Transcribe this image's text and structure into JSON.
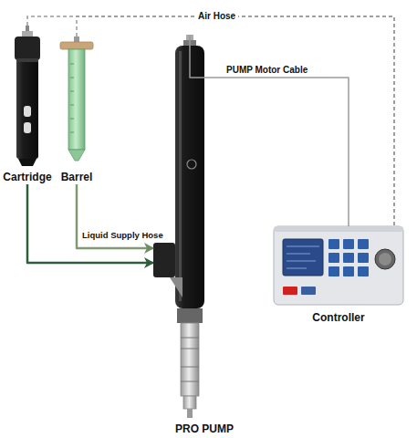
{
  "diagram": {
    "nodes": [
      {
        "text": [
          "Cartridge"
        ]
      },
      {
        "text": [
          "Barrel"
        ]
      },
      {
        "text": [
          "PRO PUMP"
        ]
      },
      {
        "text": [
          "Controller"
        ]
      }
    ],
    "edges": [
      {
        "from": 0,
        "to": 3,
        "arrow": "none",
        "label": "Air Hose"
      },
      {
        "from": 1,
        "to": 3,
        "arrow": "none"
      },
      {
        "from": 0,
        "to": 2,
        "arrow": "to"
      },
      {
        "from": 1,
        "to": 2,
        "arrow": "to",
        "label": "Liquid Supply Hose"
      },
      {
        "from": 2,
        "to": 3,
        "arrow": "none",
        "label": "PUMP Motor Cable"
      }
    ]
  }
}
